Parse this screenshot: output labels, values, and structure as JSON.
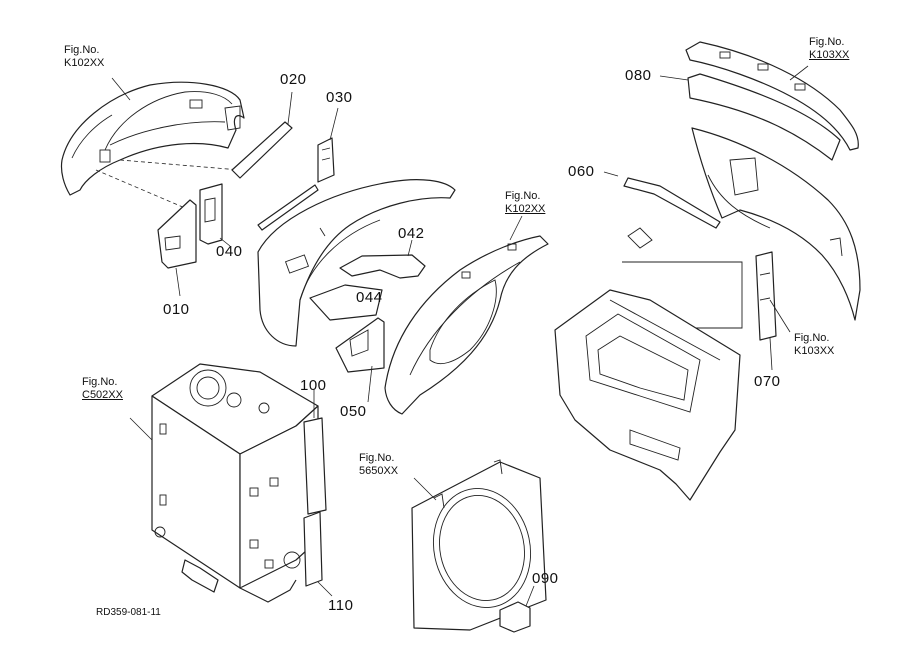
{
  "drawing_number": "RD359-081-11",
  "part_numbers": {
    "p010": "010",
    "p020": "020",
    "p030": "030",
    "p040": "040",
    "p042": "042",
    "p044": "044",
    "p050": "050",
    "p060": "060",
    "p070": "070",
    "p080": "080",
    "p090": "090",
    "p100": "100",
    "p110": "110"
  },
  "figure_refs": {
    "fig_prefix": "Fig.No.",
    "top_left": "K102XX",
    "top_right": "K103XX",
    "middle": "K102XX",
    "right": "K103XX",
    "tank": "C502XX",
    "shroud": "5650XX"
  }
}
